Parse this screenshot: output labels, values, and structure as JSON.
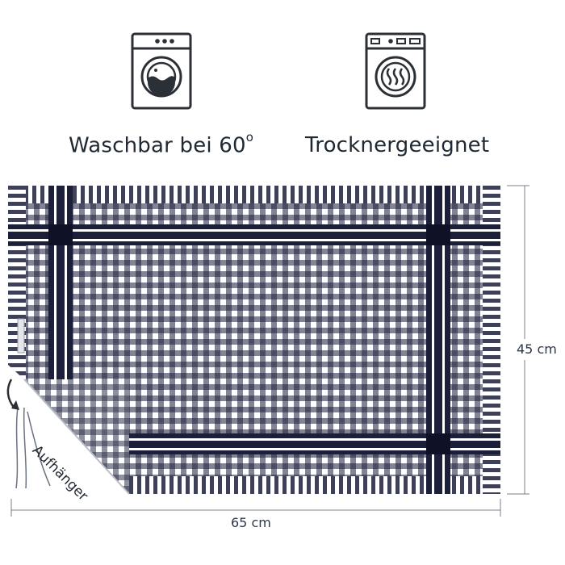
{
  "features": {
    "washable": {
      "label": "Waschbar bei 60",
      "sup": "o",
      "icon": "washing-machine-icon"
    },
    "dryer": {
      "label": "Trocknergeeignet",
      "icon": "dryer-icon"
    }
  },
  "dimensions": {
    "height_label": "45 cm",
    "width_label": "65 cm"
  },
  "hanger": {
    "label": "Aufhänger"
  },
  "colors": {
    "fabric_dark": "#1b1f3a",
    "fabric_light": "#ffffff",
    "icon_stroke": "#2b2f36",
    "dim_line": "#7a808a"
  }
}
